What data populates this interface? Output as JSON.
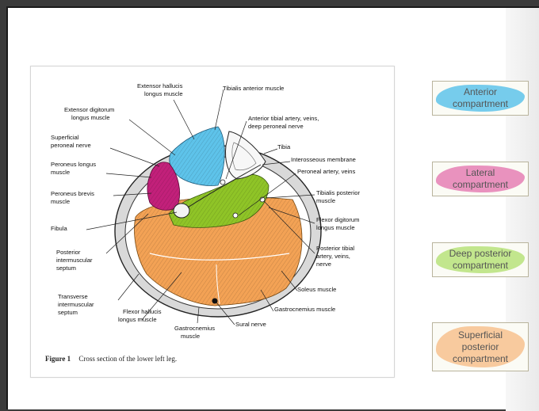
{
  "figure": {
    "caption_label": "Figure 1",
    "caption_text": "Cross section of the lower left leg."
  },
  "labels": {
    "extensor_hallucis_longus_1": "Extensor hallucis",
    "extensor_hallucis_longus_2": "longus muscle",
    "tibialis_anterior": "Tibialis anterior muscle",
    "extensor_digitorum_1": "Extensor digitorum",
    "extensor_digitorum_2": "longus muscle",
    "anterior_tibial_1": "Anterior tibial artery, veins,",
    "anterior_tibial_2": "deep peroneal nerve",
    "superficial_peroneal_1": "Superficial",
    "superficial_peroneal_2": "peroneal nerve",
    "tibia": "Tibia",
    "interosseous": "Interosseous membrane",
    "peroneus_longus_1": "Peroneus longus",
    "peroneus_longus_2": "muscle",
    "peroneal_artery": "Peroneal artery, veins",
    "peroneus_brevis_1": "Peroneus brevis",
    "peroneus_brevis_2": "muscle",
    "tibialis_posterior_1": "Tibialis posterior",
    "tibialis_posterior_2": "muscle",
    "fibula": "Fibula",
    "flexor_digitorum_1": "Flexor digitorum",
    "flexor_digitorum_2": "longus muscle",
    "posterior_septum_1": "Posterior",
    "posterior_septum_2": "intermuscular",
    "posterior_septum_3": "septum",
    "posterior_tibial_1": "Posterior tibial",
    "posterior_tibial_2": "artery, veins,",
    "posterior_tibial_3": "nerve",
    "soleus": "Soleus muscle",
    "transverse_septum_1": "Transverse",
    "transverse_septum_2": "intermuscular",
    "transverse_septum_3": "septum",
    "gastrocnemius_right": "Gastrocnemius muscle",
    "flexor_hallucis_1": "Flexor hallucis",
    "flexor_hallucis_2": "longus muscle",
    "sural_nerve": "Sural nerve",
    "gastrocnemius_bottom_1": "Gastrocnemius",
    "gastrocnemius_bottom_2": "muscle"
  },
  "legend": [
    {
      "line1": "Anterior",
      "line2": "compartment",
      "line3": "",
      "color": "#5ec3ea"
    },
    {
      "line1": "Lateral",
      "line2": "compartment",
      "line3": "",
      "color": "#e57fb4"
    },
    {
      "line1": "Deep posterior",
      "line2": "compartment",
      "line3": "",
      "color": "#b7e27a"
    },
    {
      "line1": "Superficial",
      "line2": "posterior",
      "line3": "compartment",
      "color": "#f7c18e"
    }
  ],
  "colors": {
    "anterior": "#5ec3ea",
    "lateral": "#c2207a",
    "deep_posterior": "#8fc427",
    "superficial_posterior": "#f3a255",
    "skin_ring": "#cfcfcf"
  }
}
